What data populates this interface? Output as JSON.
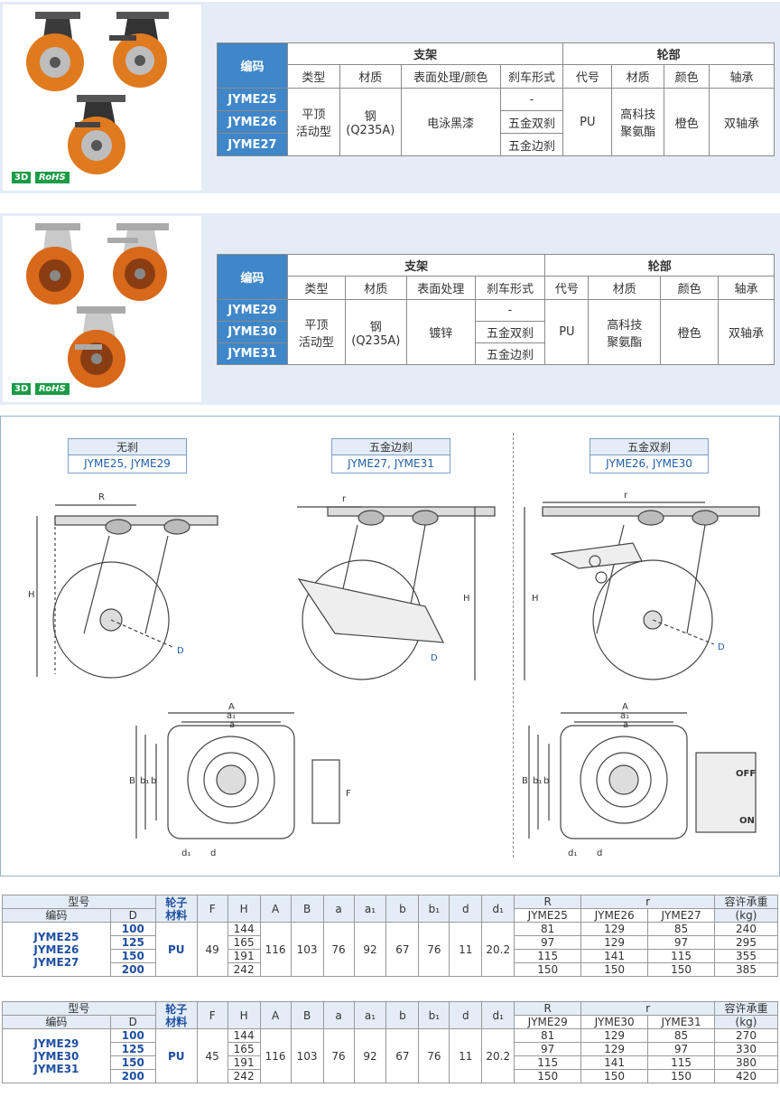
{
  "top1": {
    "badge3d": "3D",
    "rohs": "RoHS",
    "h_code": "编码",
    "h_bracket": "支架",
    "h_wheel": "轮部",
    "h_type": "类型",
    "h_material": "材质",
    "h_surface": "表面处理/颜色",
    "h_brake": "刹车形式",
    "h_wcode": "代号",
    "h_wmaterial": "材质",
    "h_color": "颜色",
    "h_bearing": "轴承",
    "codes": [
      "JYME25",
      "JYME26",
      "JYME27"
    ],
    "type": "平顶\n活动型",
    "material": "钢\n(Q235A)",
    "surface": "电泳黑漆",
    "brakes": [
      "-",
      "五金双刹",
      "五金边刹"
    ],
    "wcode": "PU",
    "wmaterial": "高科技\n聚氨酯",
    "color": "橙色",
    "bearing": "双轴承"
  },
  "top2": {
    "badge3d": "3D",
    "rohs": "RoHS",
    "h_code": "编码",
    "h_bracket": "支架",
    "h_wheel": "轮部",
    "h_type": "类型",
    "h_material": "材质",
    "h_surface": "表面处理",
    "h_brake": "刹车形式",
    "h_wcode": "代号",
    "h_wmaterial": "材质",
    "h_color": "颜色",
    "h_bearing": "轴承",
    "codes": [
      "JYME29",
      "JYME30",
      "JYME31"
    ],
    "type": "平顶\n活动型",
    "material": "钢\n(Q235A)",
    "surface": "镀锌",
    "brakes": [
      "-",
      "五金双刹",
      "五金边刹"
    ],
    "wcode": "PU",
    "wmaterial": "高科技\n聚氨酯",
    "color": "橙色",
    "bearing": "双轴承"
  },
  "diagram": {
    "cap1_title": "无刹",
    "cap1_models": "JYME25, JYME29",
    "cap2_title": "五金边刹",
    "cap2_models": "JYME27, JYME31",
    "cap3_title": "五金双刹",
    "cap3_models": "JYME26, JYME30",
    "lbl_R": "R",
    "lbl_r": "r",
    "lbl_H": "H",
    "lbl_D": "D",
    "lbl_A": "A",
    "lbl_a1": "a₁",
    "lbl_a": "a",
    "lbl_B": "B",
    "lbl_b1": "b₁",
    "lbl_b": "b",
    "lbl_F": "F",
    "lbl_d1": "d₁",
    "lbl_d": "d",
    "lbl_off": "OFF",
    "lbl_on": "ON"
  },
  "table1": {
    "h_model": "型号",
    "h_code": "编码",
    "h_D": "D",
    "h_wheel": "轮子\n材料",
    "h_F": "F",
    "h_H": "H",
    "h_A": "A",
    "h_B": "B",
    "h_a": "a",
    "h_a1": "a₁",
    "h_b": "b",
    "h_b1": "b₁",
    "h_d": "d",
    "h_d1": "d₁",
    "h_R": "R",
    "h_r": "r",
    "h_load": "容许承重",
    "h_kg": "(kg)",
    "sub_R": "JYME25",
    "sub_r1": "JYME26",
    "sub_r2": "JYME27",
    "models": "JYME25\nJYME26\nJYME27",
    "pu": "PU",
    "F": "49",
    "A": "116",
    "B": "103",
    "a": "76",
    "a1": "92",
    "b": "67",
    "b1": "76",
    "d": "11",
    "d1": "20.2",
    "rows": [
      {
        "D": "100",
        "H": "144",
        "R": "81",
        "r1": "129",
        "r2": "85",
        "load": "240"
      },
      {
        "D": "125",
        "H": "165",
        "R": "97",
        "r1": "129",
        "r2": "97",
        "load": "295"
      },
      {
        "D": "150",
        "H": "191",
        "R": "115",
        "r1": "141",
        "r2": "115",
        "load": "355"
      },
      {
        "D": "200",
        "H": "242",
        "R": "150",
        "r1": "150",
        "r2": "150",
        "load": "385"
      }
    ]
  },
  "table2": {
    "h_model": "型号",
    "h_code": "编码",
    "h_D": "D",
    "h_wheel": "轮子\n材料",
    "h_F": "F",
    "h_H": "H",
    "h_A": "A",
    "h_B": "B",
    "h_a": "a",
    "h_a1": "a₁",
    "h_b": "b",
    "h_b1": "b₁",
    "h_d": "d",
    "h_d1": "d₁",
    "h_R": "R",
    "h_r": "r",
    "h_load": "容许承重",
    "h_kg": "(kg)",
    "sub_R": "JYME29",
    "sub_r1": "JYME30",
    "sub_r2": "JYME31",
    "models": "JYME29\nJYME30\nJYME31",
    "pu": "PU",
    "F": "45",
    "A": "116",
    "B": "103",
    "a": "76",
    "a1": "92",
    "b": "67",
    "b1": "76",
    "d": "11",
    "d1": "20.2",
    "rows": [
      {
        "D": "100",
        "H": "144",
        "R": "81",
        "r1": "129",
        "r2": "85",
        "load": "270"
      },
      {
        "D": "125",
        "H": "165",
        "R": "97",
        "r1": "129",
        "r2": "97",
        "load": "330"
      },
      {
        "D": "150",
        "H": "191",
        "R": "115",
        "r1": "141",
        "r2": "115",
        "load": "380"
      },
      {
        "D": "200",
        "H": "242",
        "R": "150",
        "r1": "150",
        "r2": "150",
        "load": "420"
      }
    ]
  },
  "colors": {
    "accent_blue": "#3f87c9",
    "panel_bg": "#e3ecf7",
    "wheel_orange": "#e07a1f",
    "badge_green": "#1c9b47"
  }
}
